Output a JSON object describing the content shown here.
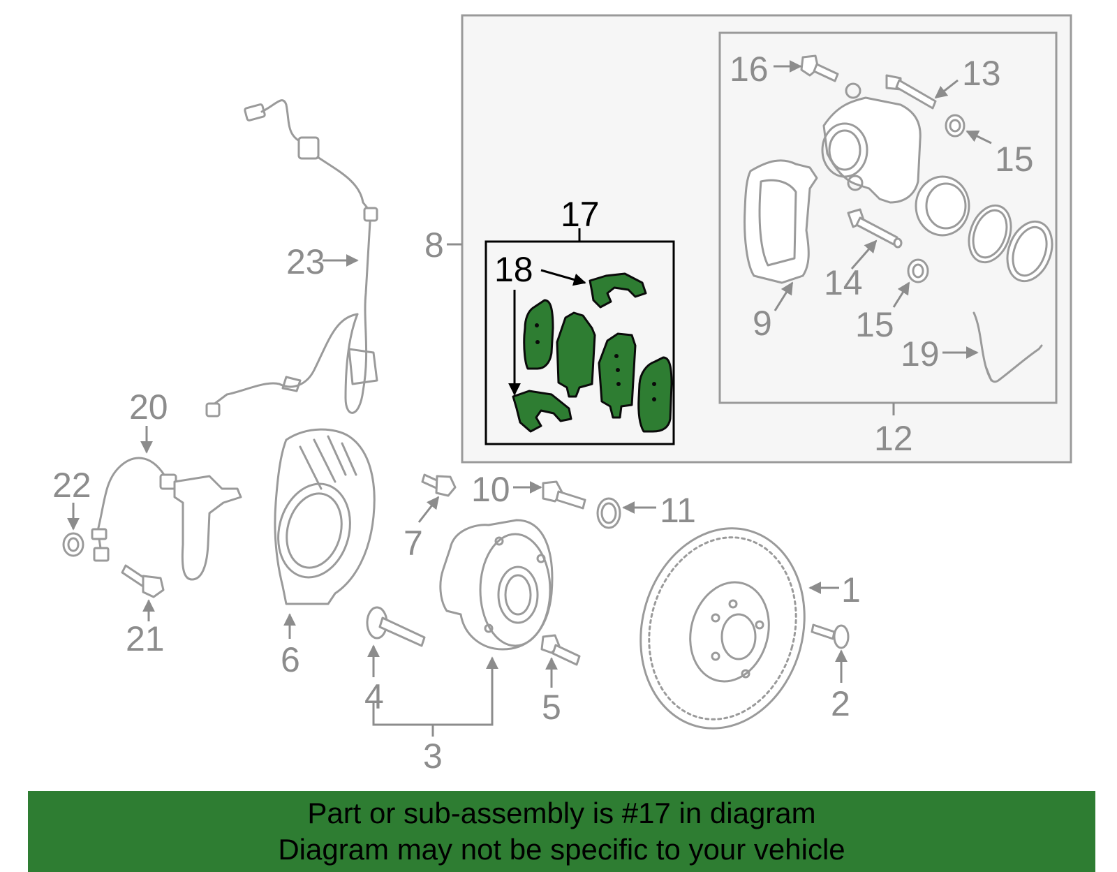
{
  "colors": {
    "banner_bg": "#2e7d32",
    "highlight_fill": "#2e7d32",
    "line_gray": "#9a9a9a",
    "box_bg": "#f6f6f6"
  },
  "callouts": {
    "c1": "1",
    "c2": "2",
    "c3": "3",
    "c4": "4",
    "c5": "5",
    "c6": "6",
    "c7": "7",
    "c8": "8",
    "c9": "9",
    "c10": "10",
    "c11": "11",
    "c12": "12",
    "c13": "13",
    "c14": "14",
    "c15a": "15",
    "c15b": "15",
    "c16": "16",
    "c17": "17",
    "c18": "18",
    "c19": "19",
    "c20": "20",
    "c21": "21",
    "c22": "22",
    "c23": "23"
  },
  "highlighted_part": "17",
  "banner": {
    "line1": "Part or sub-assembly is #17 in diagram",
    "line2": "Diagram may not be specific to your vehicle"
  }
}
